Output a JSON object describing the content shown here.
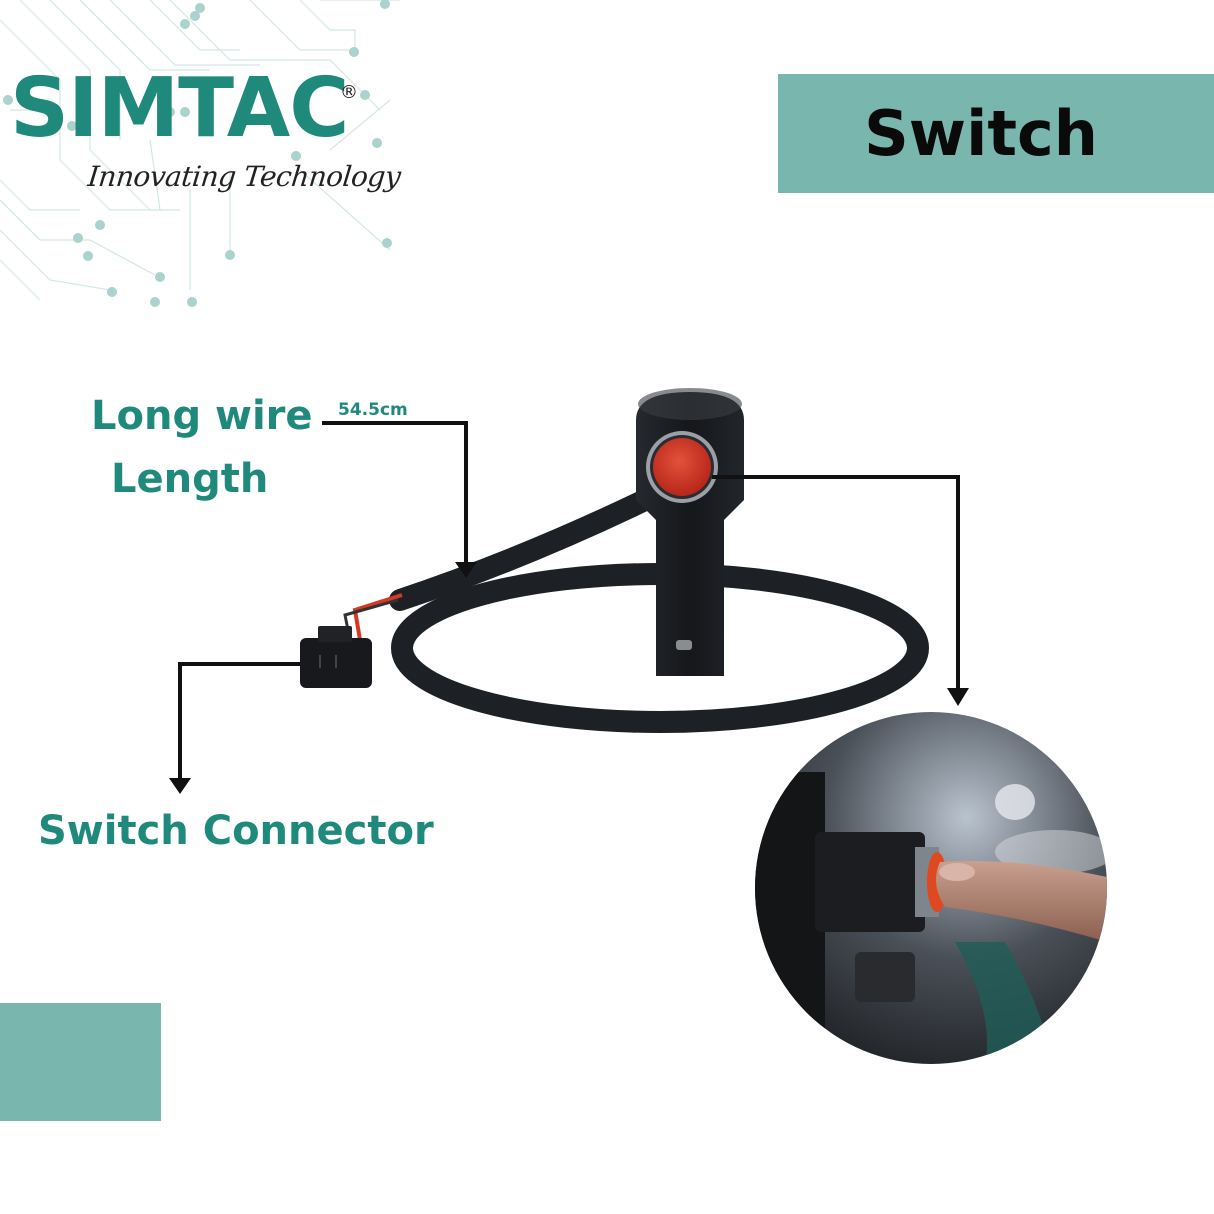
{
  "brand": {
    "name": "SIMTAC",
    "registered_mark": "®",
    "tagline": "Innovating Technology",
    "color": "#1f8a7b"
  },
  "header": {
    "title": "Switch",
    "box_color": "#78b6ae"
  },
  "callouts": {
    "wire_length": {
      "line1": "Long wire",
      "line2": "Length",
      "measurement": "54.5cm"
    },
    "connector": {
      "label": "Switch Connector"
    }
  },
  "colors": {
    "accent_teal": "#1f8a7b",
    "box_teal": "#78b6ae",
    "circuit_line": "#cfe5e1",
    "circuit_dot": "#a9d3cc",
    "button_red": "#d63a24",
    "cable_black": "#1c1f24",
    "arrow_black": "#111111"
  },
  "images": {
    "product": "black handlebar push-button switch with red button and coiled cable ending in 2-pin connector",
    "inset": "circular photo of finger pressing red switch button mounted on motorcycle handlebar"
  }
}
